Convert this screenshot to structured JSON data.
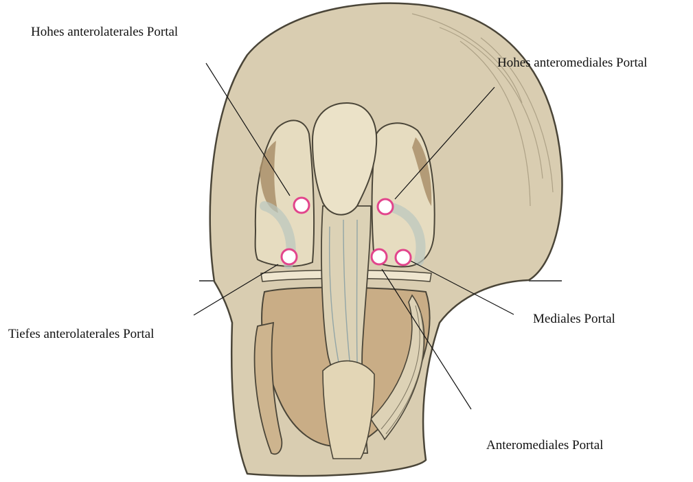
{
  "figure": {
    "labels": {
      "high_anterolateral": "Hohes anterolaterales Portal",
      "high_anteromedial": "Hohes anteromediales Portal",
      "deep_anterolateral": "Tiefes anterolaterales Portal",
      "medial": "Mediales Portal",
      "anteromedial": "Anteromediales Portal"
    },
    "colors": {
      "skin": "#d9cdb1",
      "outline": "#4a4538",
      "bone": "#e6dcc0",
      "tibia_shade": "#c9ad86",
      "cartilage_tint": "#b9c6bf",
      "portal_ring": "#e2458c",
      "portal_fill": "#ffffff",
      "leader_line": "#111111"
    }
  }
}
